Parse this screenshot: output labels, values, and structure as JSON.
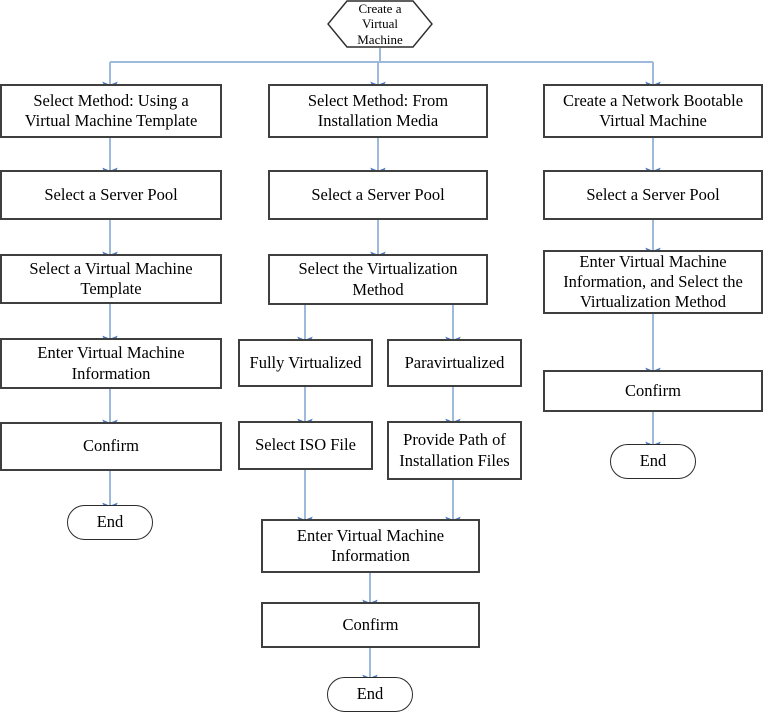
{
  "diagram": {
    "title": "Create a Virtual Machine flowchart",
    "colors": {
      "node_border": "#3f3f3f",
      "node_fill": "#ffffff",
      "connector_line": "#9DB9DC",
      "arrow_head": "#4472C4",
      "text": "#000000"
    },
    "start": {
      "label": "Create a\nVirtual\nMachine",
      "shape": "hexagon"
    },
    "columns": [
      {
        "name": "template-branch",
        "nodes": [
          {
            "id": "c1-method",
            "label": "Select Method: Using a\nVirtual Machine Template",
            "shape": "process"
          },
          {
            "id": "c1-pool",
            "label": "Select a Server Pool",
            "shape": "process"
          },
          {
            "id": "c1-template",
            "label": "Select a Virtual Machine\nTemplate",
            "shape": "process"
          },
          {
            "id": "c1-info",
            "label": "Enter Virtual Machine\nInformation",
            "shape": "process"
          },
          {
            "id": "c1-confirm",
            "label": "Confirm",
            "shape": "process"
          },
          {
            "id": "c1-end",
            "label": "End",
            "shape": "terminator"
          }
        ]
      },
      {
        "name": "installation-media-branch",
        "nodes": [
          {
            "id": "c2-method",
            "label": "Select Method: From\nInstallation Media",
            "shape": "process"
          },
          {
            "id": "c2-pool",
            "label": "Select a Server Pool",
            "shape": "process"
          },
          {
            "id": "c2-virt",
            "label": "Select the Virtualization\nMethod",
            "shape": "process"
          },
          {
            "id": "c2-full",
            "label": "Fully Virtualized",
            "shape": "process"
          },
          {
            "id": "c2-para",
            "label": "Paravirtualized",
            "shape": "process"
          },
          {
            "id": "c2-iso",
            "label": "Select ISO File",
            "shape": "process"
          },
          {
            "id": "c2-path",
            "label": "Provide Path of\nInstallation Files",
            "shape": "process"
          },
          {
            "id": "c2-info",
            "label": "Enter Virtual Machine\nInformation",
            "shape": "process"
          },
          {
            "id": "c2-confirm",
            "label": "Confirm",
            "shape": "process"
          },
          {
            "id": "c2-end",
            "label": "End",
            "shape": "terminator"
          }
        ]
      },
      {
        "name": "network-bootable-branch",
        "nodes": [
          {
            "id": "c3-create",
            "label": "Create a Network Bootable\nVirtual Machine",
            "shape": "process"
          },
          {
            "id": "c3-pool",
            "label": "Select a Server Pool",
            "shape": "process"
          },
          {
            "id": "c3-info",
            "label": "Enter Virtual Machine\nInformation, and Select the\nVirtualization Method",
            "shape": "process"
          },
          {
            "id": "c3-confirm",
            "label": "Confirm",
            "shape": "process"
          },
          {
            "id": "c3-end",
            "label": "End",
            "shape": "terminator"
          }
        ]
      }
    ]
  }
}
